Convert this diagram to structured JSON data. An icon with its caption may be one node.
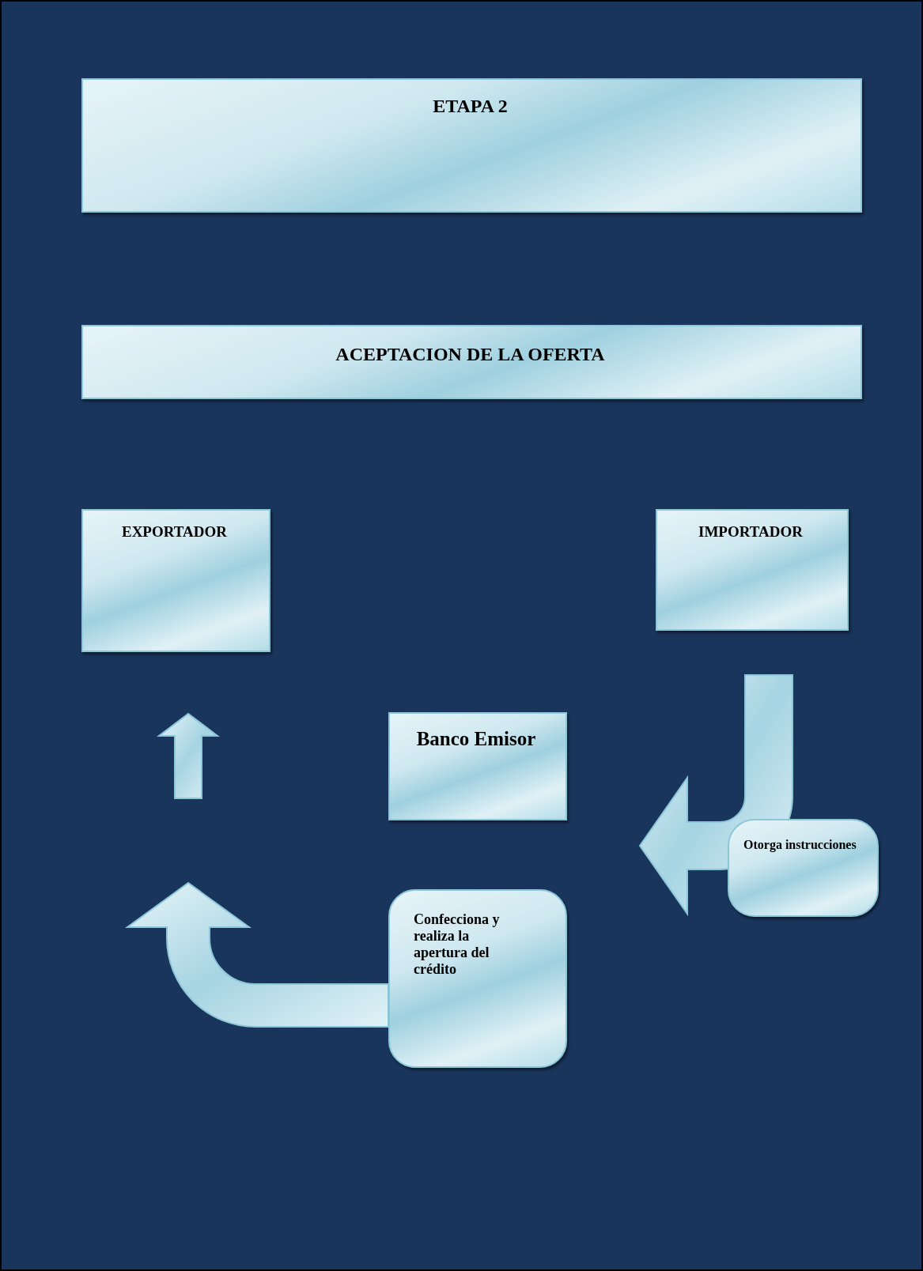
{
  "diagram": {
    "nodes": [
      {
        "text": [
          "ETAPA 2"
        ]
      },
      {
        "text": [
          "ACEPTACION DE LA OFERTA"
        ]
      },
      {
        "text": [
          "EXPORTADOR"
        ]
      },
      {
        "text": [
          "IMPORTADOR"
        ]
      },
      {
        "text": [
          "Banco Emisor"
        ]
      },
      {
        "text": [
          "Otorga instrucciones"
        ]
      },
      {
        "text": [
          "Confecciona y realiza la apertura del crédito"
        ]
      }
    ],
    "edges": [
      {
        "from": 3,
        "to": 4,
        "arrow": "to"
      },
      {
        "from": 6,
        "to": null,
        "arrow": "to"
      }
    ]
  }
}
